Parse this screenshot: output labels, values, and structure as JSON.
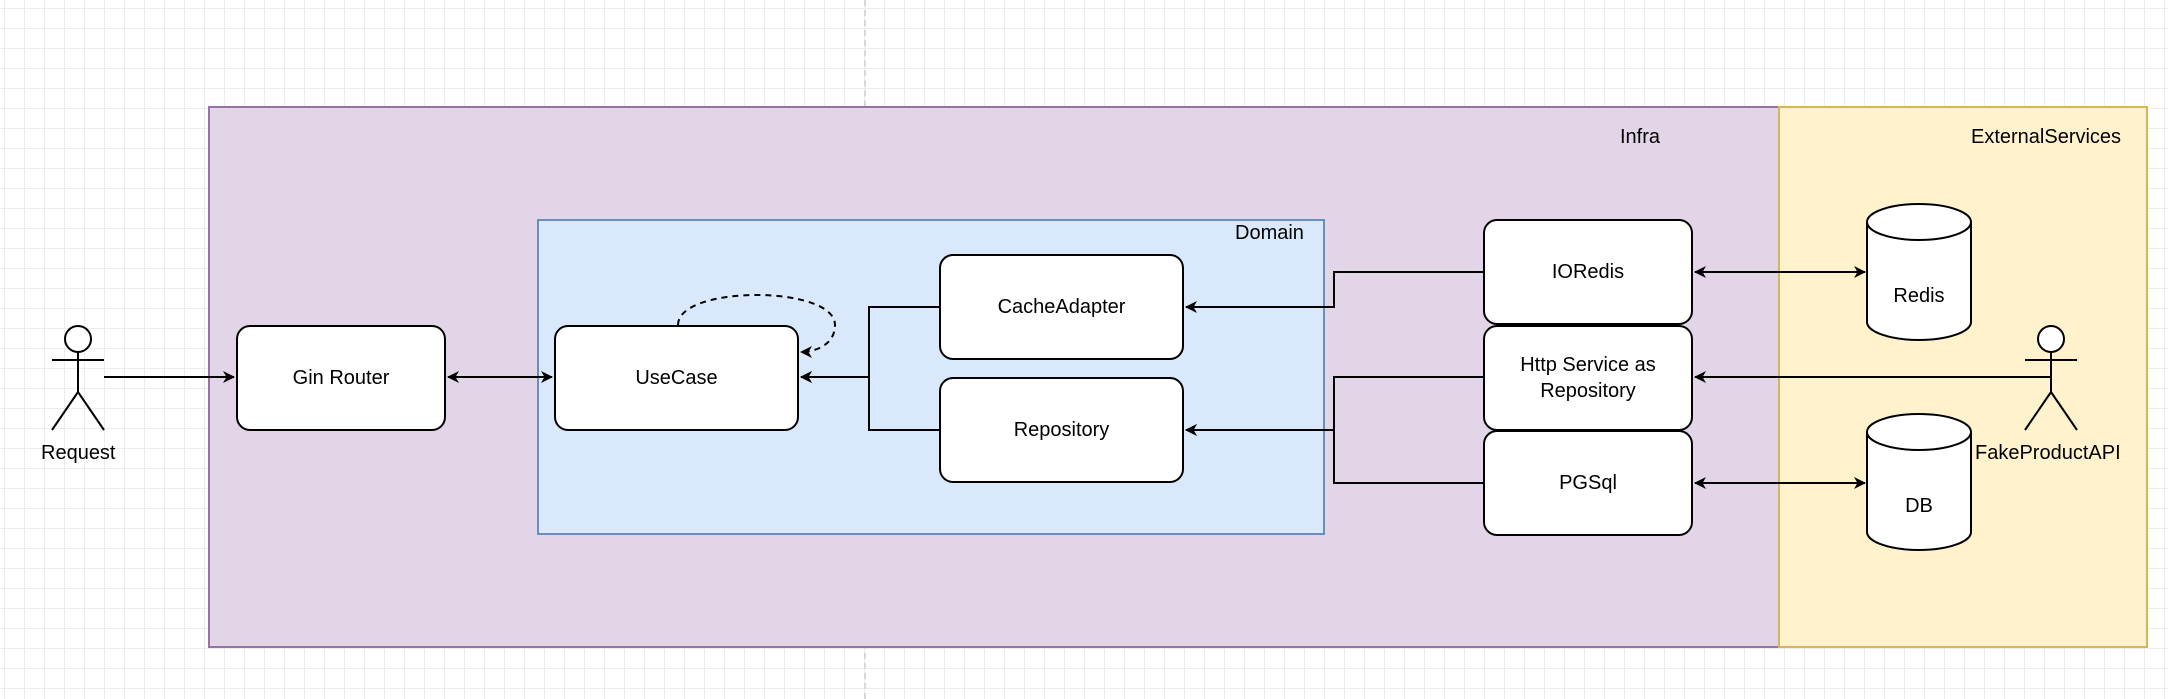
{
  "containers": {
    "infra": "Infra",
    "external_services": "ExternalServices",
    "domain": "Domain"
  },
  "nodes": {
    "gin_router": "Gin Router",
    "usecase": "UseCase",
    "cache_adapter": "CacheAdapter",
    "repository": "Repository",
    "ioredis": "IORedis",
    "http_service": "Http Service as Repository",
    "pgsql": "PGSql"
  },
  "datastores": {
    "redis": "Redis",
    "db": "DB"
  },
  "actors": {
    "request": "Request",
    "fake_product_api": "FakeProductAPI"
  },
  "colors": {
    "infra_fill": "#e1d5e7",
    "infra_border": "#9673a6",
    "external_fill": "#fff2cc",
    "external_border": "#d6b656",
    "domain_fill": "#dae8fc",
    "domain_border": "#6c8ebf"
  }
}
